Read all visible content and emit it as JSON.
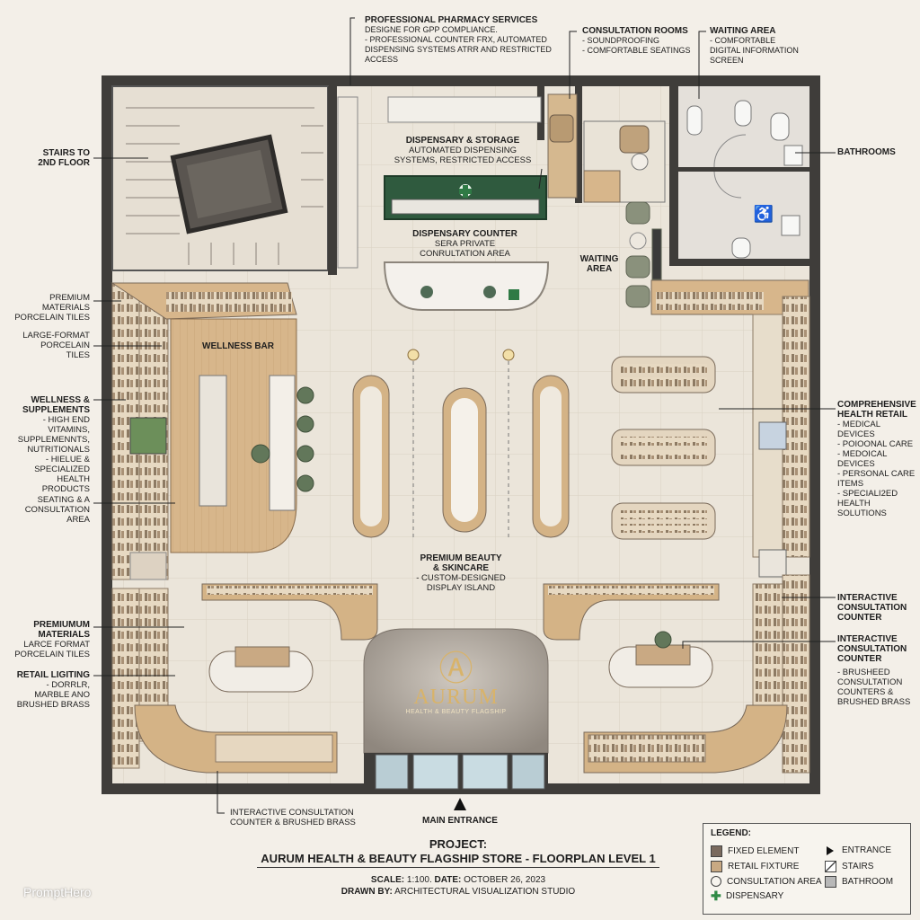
{
  "callouts": {
    "pharmacy_services": {
      "title": "PROFESSIONAL PHARMACY SERVICES",
      "lines": [
        "DESIGNE FOR GPP COMPLIANCE.",
        "- PROFESSIONAL COUNTER FRX, AUTOMATED",
        "DISPENSING SYSTEMS ATRR AND RESTRICTED",
        "ACCESS"
      ]
    },
    "consultation_rooms": {
      "title": "CONSULTATION ROOMS",
      "lines": [
        "- SOUNDPROOFING",
        "- COMFORTABLE SEATINGS"
      ]
    },
    "waiting_area_top": {
      "title": "WAITING AREA",
      "lines": [
        "- COMFORTABLE",
        "DIGITAL INFORMATION",
        "SCREEN"
      ]
    },
    "stairs": {
      "title": "STAIRS TO",
      "title2": "2ND FLOOR"
    },
    "bathrooms": {
      "title": "BATHROOMS"
    },
    "premium_materials_top": {
      "lines": [
        "PREMIUM",
        "MATERIALS",
        "PORCELAIN TILES"
      ]
    },
    "large_format": {
      "lines": [
        "LARGE-FORMAT",
        "PORCELAIN",
        "TILES"
      ]
    },
    "wellness_supplements": {
      "title": "WELLNESS &",
      "title2": "SUPPLEMENTS",
      "lines": [
        "- HIGH END",
        "VITAMINS,",
        "SUPPLEMENNTS,",
        "NUTRITIONALS",
        "- HIELUE &",
        "SPECIALIZED HEALTH",
        "PRODUCTS"
      ]
    },
    "seating": {
      "lines": [
        "SEATING & A",
        "CONSULTATION",
        "AREA"
      ]
    },
    "premium_materials_bottom": {
      "title": "PREMIUMUM",
      "title2": "MATERIALS",
      "lines": [
        "LARCE FORMAT",
        "PORCELAIN TILES"
      ]
    },
    "retail_lighting": {
      "title": "RETAIL LIGITING",
      "lines": [
        "- DORRLR,",
        "MARBLE ANO",
        "BRUSHED BRASS"
      ]
    },
    "comprehensive_health": {
      "title": "COMPREHENSIVE",
      "title2": "HEALTH RETAIL",
      "lines": [
        "- MEDICAL",
        "DEVICES",
        "- POIOONAL CARE",
        "- MEDOICAL",
        "DEVICES",
        "- PERSONAL CARE",
        "ITEMS",
        "- SPECIALI2ED",
        "HEALTH SOLUTIONS"
      ]
    },
    "interactive_1": {
      "title": "INTERACTIVE",
      "title2": "CONSULTATION",
      "title3": "COUNTER"
    },
    "interactive_2": {
      "title": "INTERACTIVE",
      "title2": "CONSULTATION",
      "title3": "COUNTER",
      "lines": [
        "- BRUSHEED",
        "CONSULTATION",
        "COUNTERS &",
        "BRUSHED BRASS"
      ]
    },
    "interactive_bottom": {
      "title": "INTERACTIVE CONSULTATION",
      "title2": "COUNTER & BRUSHED BRASS"
    },
    "main_entrance": {
      "title": "MAIN ENTRANCE"
    }
  },
  "rooms": {
    "dispensary_storage": {
      "title": "DISPENSARY & STORAGE",
      "lines": [
        "AUTOMATED DISPENSING",
        "SYSTEMS, RESTRICTED ACCESS"
      ]
    },
    "dispensary_counter": {
      "title": "DISPENSARY COUNTER",
      "lines": [
        "SERA PRIVATE",
        "CONRULTATION AREA"
      ]
    },
    "waiting_area": {
      "title": "WAITING",
      "title2": "AREA"
    },
    "wellness_bar": {
      "title": "WELLNESS BAR"
    },
    "premium_beauty": {
      "title": "PREMIUM BEAUTY",
      "title2": "& SKINCARE",
      "lines": [
        "- CUSTOM-DESIGNED",
        "DISPLAY ISLAND"
      ]
    }
  },
  "logo": {
    "brand": "AURUM",
    "tagline": "HEALTH & BEAUTY FLAGSHIP"
  },
  "title_block": {
    "project_label": "PROJECT:",
    "project_name": "AURUM HEALTH & BEAUTY FLAGSHIP STORE - FLOORPLAN LEVEL 1",
    "scale_label": "SCALE:",
    "scale_value": "1:100.",
    "date_label": "DATE:",
    "date_value": "OCTOBER 26, 2023",
    "drawn_label": "DRAWN BY:",
    "drawn_value": "ARCHITECTURAL VISUALIZATION STUDIO"
  },
  "legend": {
    "title": "LEGEND:",
    "items": [
      {
        "label": "FIXED ELEMENT",
        "color": "#7a6a5e"
      },
      {
        "label": "ENTRANCE",
        "icon": "triangle-right-icon"
      },
      {
        "label": "RETAIL FIXTURE",
        "color": "#c8a983"
      },
      {
        "label": "STAIRS",
        "icon": "stairs-icon"
      },
      {
        "label": "CONSULTATION AREA",
        "icon": "circle-icon"
      },
      {
        "label": "BATHROOM",
        "color": "#b8b8b8"
      },
      {
        "label": "DISPENSARY",
        "icon": "green-cross-icon"
      }
    ]
  },
  "watermark": "PromptHero",
  "colors": {
    "wall": "#4a4845",
    "wood": "#d8b88e",
    "floor": "#ece6dc",
    "green": "#2f5a3e",
    "brass": "#b8935a"
  }
}
